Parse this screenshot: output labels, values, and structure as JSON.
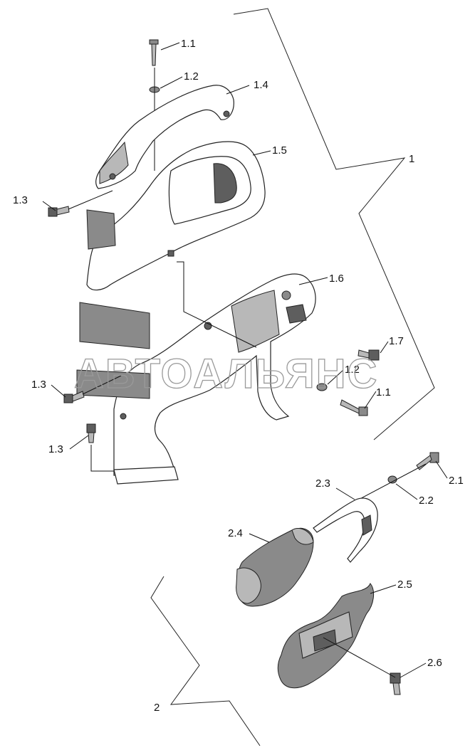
{
  "watermark": "АВТОАЛЬЯНС",
  "callouts": {
    "c1_1a": "1.1",
    "c1_2a": "1.2",
    "c1_4": "1.4",
    "c1_5": "1.5",
    "c1_3a": "1.3",
    "c1": "1",
    "c1_6": "1.6",
    "c1_7": "1.7",
    "c1_2b": "1.2",
    "c1_1b": "1.1",
    "c1_3b": "1.3",
    "c1_3c": "1.3",
    "c2_1": "2.1",
    "c2_2": "2.2",
    "c2_3": "2.3",
    "c2_4": "2.4",
    "c2_5": "2.5",
    "c2_6": "2.6",
    "c2": "2"
  }
}
